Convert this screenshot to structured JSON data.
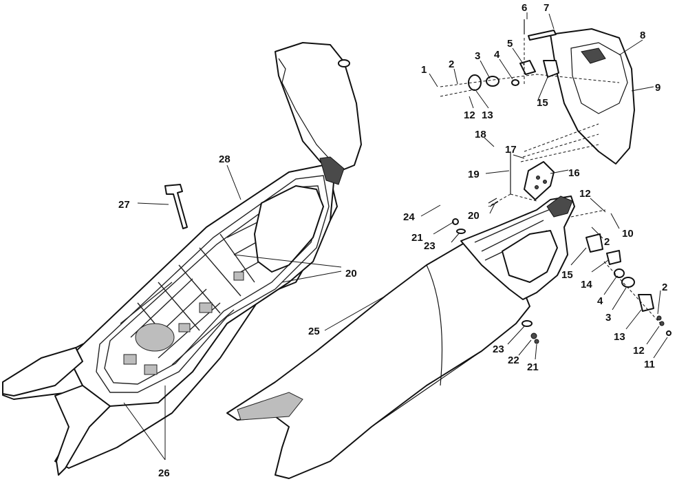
{
  "callouts": {
    "c1": "1",
    "c2a": "2",
    "c3a": "3",
    "c4a": "4",
    "c5": "5",
    "c6": "6",
    "c7": "7",
    "c8": "8",
    "c9": "9",
    "c10": "10",
    "c11": "11",
    "c12a": "12",
    "c12b": "12",
    "c12c": "12",
    "c13a": "13",
    "c13b": "13",
    "c14": "14",
    "c15a": "15",
    "c15b": "15",
    "c16": "16",
    "c17": "17",
    "c18": "18",
    "c19": "19",
    "c20a": "20",
    "c20b": "20",
    "c21a": "21",
    "c21b": "21",
    "c22": "22",
    "c23a": "23",
    "c23b": "23",
    "c24": "24",
    "c25": "25",
    "c26": "26",
    "c27": "27",
    "c28": "28",
    "c2b": "2",
    "c2c": "2",
    "c4b": "4",
    "c3b": "3"
  },
  "colors": {
    "line": "#111111",
    "background": "#ffffff",
    "shade": "#bdbdbd"
  }
}
